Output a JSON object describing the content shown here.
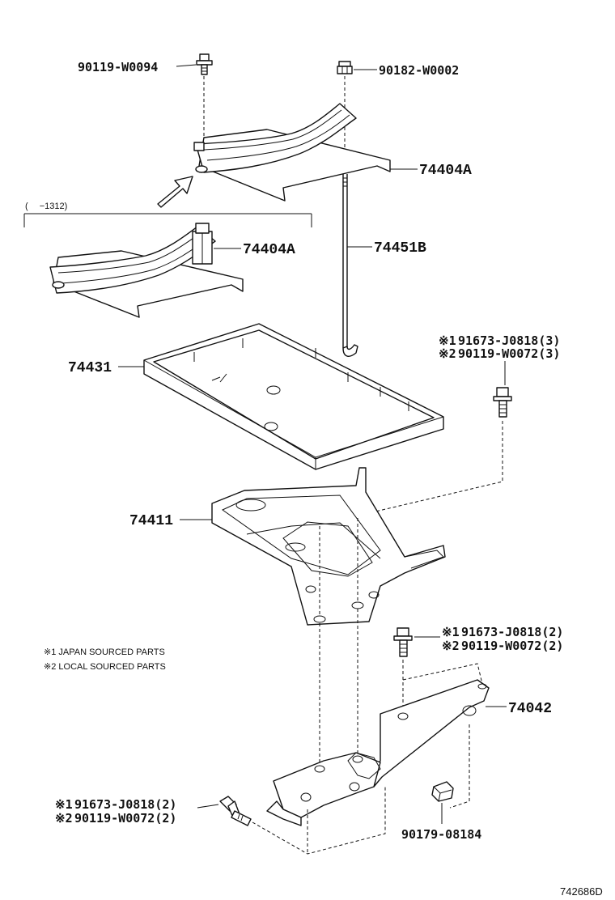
{
  "labels": {
    "p90119_w0094": "90119-W0094",
    "p90182_w0002": "90182-W0002",
    "p74404a_top": "74404A",
    "p74404a_mid": "74404A",
    "p74451b": "74451B",
    "p74431": "74431",
    "p74411": "74411",
    "p74042": "74042",
    "p90179_08184": "90179-08184",
    "range_note": "(　 −1312)",
    "drawing_code": "742686D"
  },
  "callouts": {
    "right_upper": {
      "line1_mark": "※1",
      "line1_part": "91673-J0818(3)",
      "line2_mark": "※2",
      "line2_part": "90119-W0072(3)"
    },
    "right_lower": {
      "line1_mark": "※1",
      "line1_part": "91673-J0818(2)",
      "line2_mark": "※2",
      "line2_part": "90119-W0072(2)"
    },
    "left_lower": {
      "line1_mark": "※1",
      "line1_part": "91673-J0818(2)",
      "line2_mark": "※2",
      "line2_part": "90119-W0072(2)"
    }
  },
  "legend": {
    "note1": "※1 JAPAN SOURCED PARTS",
    "note2": "※2 LOCAL SOURCED PARTS"
  }
}
